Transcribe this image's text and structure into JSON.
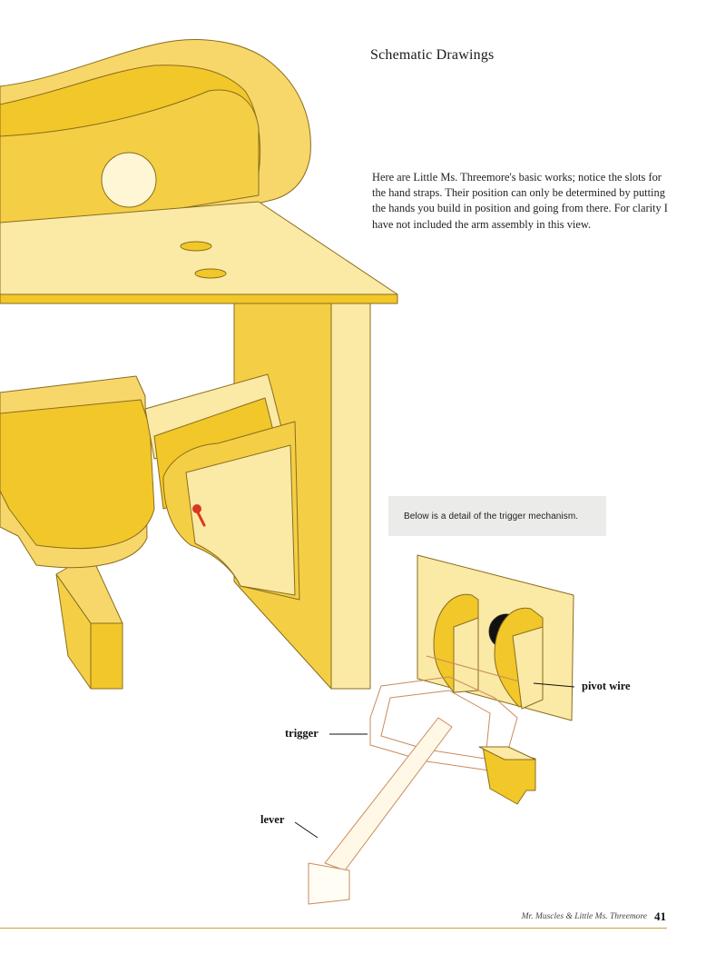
{
  "page": {
    "heading": "Schematic Drawings",
    "paragraph": "Here are Little Ms. Threemore's basic works; notice the slots for the hand straps. Their position can only be determined by putting the hands you build in position and going from there. For clarity I have not included the arm assembly in this view.",
    "callout": "Below is a detail of the trigger mechanism.",
    "footer": "Mr. Muscles & Little Ms. Threemore",
    "page_number": "41"
  },
  "labels": {
    "pivot_wire": "pivot wire",
    "trigger": "trigger",
    "lever": "lever"
  },
  "colors": {
    "wood_light": "#fbe9a6",
    "wood_mid": "#f7d76a",
    "wood_dark": "#f2c72a",
    "outline": "#8a6d1c",
    "detail_outline": "#c98a5e",
    "accent_red": "#d9381e",
    "rule": "#c9a43a"
  }
}
